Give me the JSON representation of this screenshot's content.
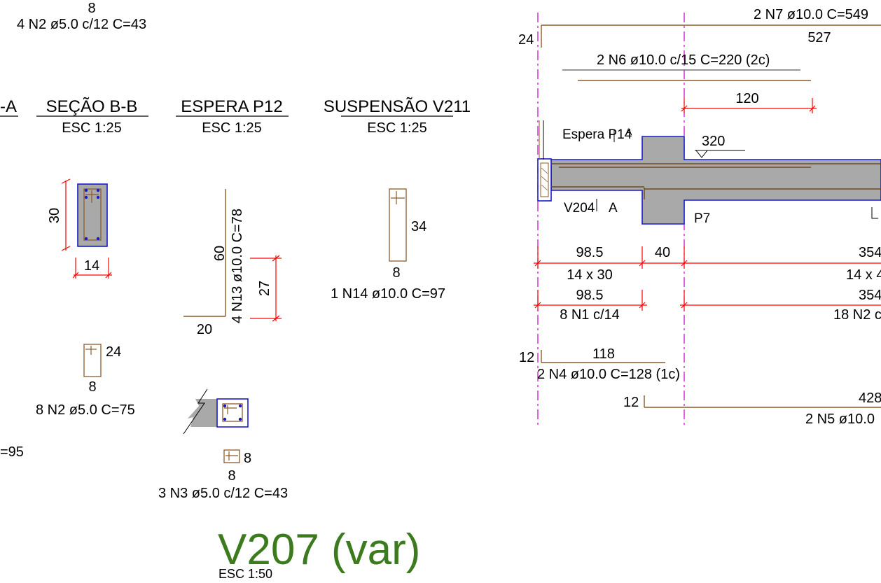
{
  "labels": {
    "top_n2_dim": "8",
    "top_n2": "4 N2 ø5.0 c/12  C=43",
    "sec_a_tail": "-A",
    "sec_b_title": "SEÇÃO B-B",
    "sec_b_scale": "ESC 1:25",
    "espera_title": "ESPERA P12",
    "espera_scale": "ESC 1:25",
    "susp_title": "SUSPENSÃO V211",
    "susp_scale": "ESC 1:25",
    "secb_h": "30",
    "secb_w": "14",
    "n2_h": "24",
    "n2_w": "8",
    "n2_label": "8 N2 ø5.0  C=75",
    "left_c95": "=95",
    "n13_60": "60",
    "n13_label": "4 N13 ø10.0  C=78",
    "n13_27": "27",
    "n13_20": "20",
    "n14_34": "34",
    "n14_8": "8",
    "n14_label": "1 N14 ø10.0  C=97",
    "n3_side": "8",
    "n3_bottom": "8",
    "n3_label": "3 N3 ø5.0 c/12  C=43",
    "title": "V207 (var)",
    "title_scale": "ESC 1:50",
    "n7_label": "2 N7 ø10.0  C=549",
    "n7_24": "24",
    "n7_527": "527",
    "n6_label": "2 N6 ø10.0 c/15  C=220  (2c)",
    "d120": "120",
    "espera_p14": "Espera P14",
    "elev_320": "320",
    "v204": "V204",
    "sec_mark_a_top": "A",
    "sec_mark_a_bottom": "A",
    "p7": "P7",
    "d98_5": "98.5",
    "d40": "40",
    "d354": "354",
    "s14x30": "14 x 30",
    "s14x4": "14 x 4",
    "d98_5b": "98.5",
    "d354b": "354",
    "n1": "8 N1 c/14",
    "n2b": "18 N2 c",
    "n4_12": "12",
    "n4_118": "118",
    "n4_label": "2 N4 ø10.0  C=128  (1c)",
    "n5_12": "12",
    "n5_428": "428",
    "n5_label": "2 N5 ø10.0"
  },
  "colors": {
    "title": "#3c7a1e",
    "dimension": "#ff0000",
    "rebar": "#8b5a2b",
    "axis": "#cc00cc",
    "concrete": "#a9a9a9",
    "outline": "#1a1acc"
  }
}
